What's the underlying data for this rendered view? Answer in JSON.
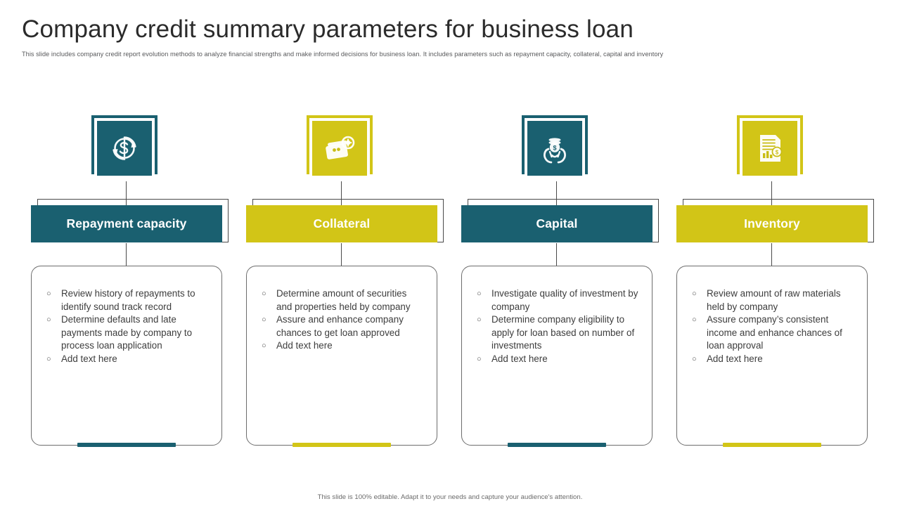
{
  "header": {
    "title": "Company credit summary parameters for business loan",
    "subtitle": "This slide includes company credit report evolution methods to analyze financial strengths and make informed decisions for business loan. It includes parameters such as repayment capacity, collateral, capital and inventory"
  },
  "colors": {
    "teal": "#1A6070",
    "yellow": "#D2C517",
    "card_border": "#6d6d6d",
    "connector": "#4a4a4a",
    "title_text": "#2b2b2b",
    "body_text": "#3d3d3d"
  },
  "bullet_marker": "○",
  "columns": [
    {
      "key": "repayment-capacity",
      "label": "Repayment capacity",
      "color": "#1A6070",
      "icon": "dollar-refresh-icon",
      "bullets": [
        "Review history of repayments to identify sound track record",
        "Determine defaults and late payments made by company to process loan application",
        "Add text here"
      ]
    },
    {
      "key": "collateral",
      "label": "Collateral",
      "color": "#D2C517",
      "icon": "wallet-coin-icon",
      "bullets": [
        "Determine amount of securities and properties held by company",
        "Assure and enhance company chances to get loan approved",
        "Add text here"
      ]
    },
    {
      "key": "capital",
      "label": "Capital",
      "color": "#1A6070",
      "icon": "hands-holding-coins-icon",
      "bullets": [
        "Investigate quality of investment by company",
        "Determine company eligibility to apply for loan based on number of investments",
        "Add text here"
      ]
    },
    {
      "key": "inventory",
      "label": "Inventory",
      "color": "#D2C517",
      "icon": "document-chart-icon",
      "bullets": [
        "Review amount of raw materials held by company",
        "Assure company’s consistent income and enhance chances of loan approval",
        "Add text here"
      ]
    }
  ],
  "footer": {
    "note": "This slide is 100% editable. Adapt it to your needs and capture your audience's attention."
  }
}
